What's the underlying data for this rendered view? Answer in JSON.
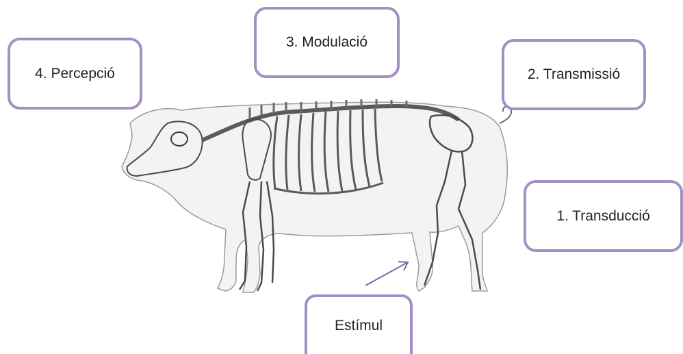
{
  "labels": {
    "perception": "4. Percepció",
    "modulation": "3. Modulació",
    "transmission": "2. Transmissió",
    "transduction": "1. Transducció",
    "stimulus": "Estímul"
  },
  "colors": {
    "box_border": "#a48fc2",
    "arrow": "#7a6aa6",
    "skeleton": "#6b6b6b"
  }
}
